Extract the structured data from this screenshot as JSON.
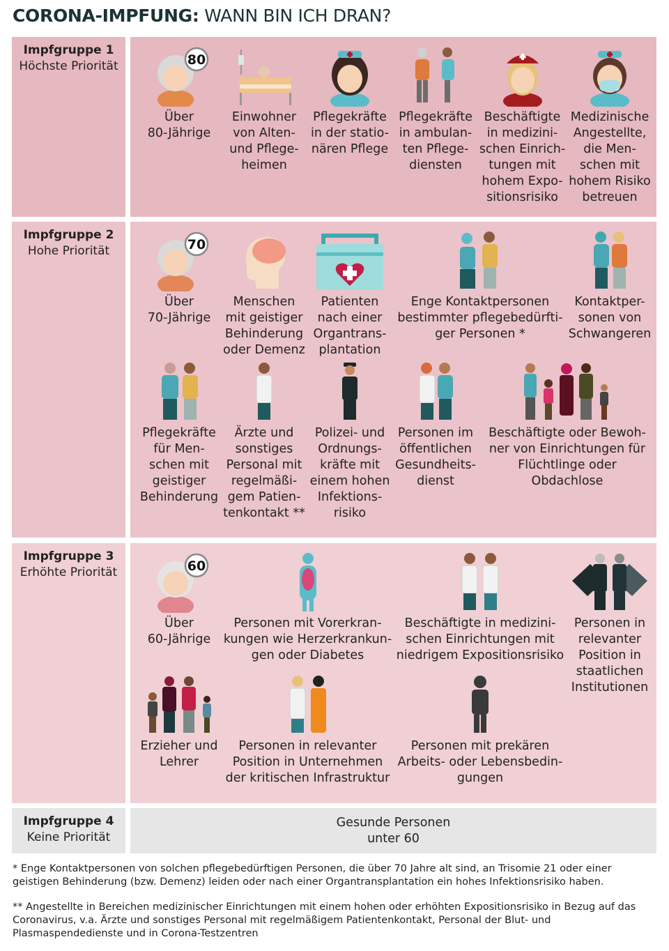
{
  "title": {
    "bold": "CORONA-IMPFUNG:",
    "rest": " WANN BIN ICH DRAN?"
  },
  "colors": {
    "group1": "#e6b8bf",
    "group2": "#ebc3ca",
    "group3": "#f0d0d5",
    "group4": "#e6e6e6",
    "title": "#1b3236"
  },
  "groups": [
    {
      "name": "Impfgruppe 1",
      "priority": "Höchste Priorität",
      "items": [
        {
          "icon": "elderly-80-icon",
          "badge": "80",
          "caption": "Über\n80-Jährige"
        },
        {
          "icon": "nursing-home-bed-icon",
          "caption": "Einwohner\nvon Alten-\nund Pflege-\nheimen"
        },
        {
          "icon": "nurse-icon",
          "caption": "Pflegekräfte\nin der statio-\nnären Pflege"
        },
        {
          "icon": "ambulant-caregiver-icon",
          "caption": "Pflegekräfte\nin ambulan-\nten Pflege-\ndiensten"
        },
        {
          "icon": "medical-worker-icon",
          "caption": "Beschäftigte\nin medizini-\nschen Einrich-\ntungen mit\nhohem Expo-\nsitionsrisiko"
        },
        {
          "icon": "masked-nurse-icon",
          "caption": "Medizinische\nAngestellte,\ndie Men-\nschen mit\nhohem Risiko\nbetreuen"
        }
      ]
    },
    {
      "name": "Impfgruppe 2",
      "priority": "Hohe Priorität",
      "items": [
        {
          "icon": "elderly-70-icon",
          "badge": "70",
          "caption": "Über\n70-Jährige"
        },
        {
          "icon": "brain-head-icon",
          "caption": "Menschen\nmit geistiger\nBehinderung\noder Demenz"
        },
        {
          "icon": "organ-transport-box-icon",
          "caption": "Patienten\nnach einer\nOrgantrans-\nplantation"
        },
        {
          "icon": "close-contacts-icon",
          "caption": "Enge Kontaktpersonen\nbestimmter pflegebedürfti-\nger Personen *"
        },
        {
          "icon": "pregnant-contacts-icon",
          "caption": "Kontaktper-\nsonen von\nSchwangeren"
        },
        {
          "icon": "disability-caregivers-icon",
          "caption": "Pflegekräfte\nfür Men-\nschen mit\ngeistiger\nBehinderung"
        },
        {
          "icon": "doctor-icon",
          "caption": "Ärzte und\nsonstiges\nPersonal mit\nregelmäßi-\ngem Patien-\ntenkontakt **"
        },
        {
          "icon": "police-officer-icon",
          "caption": "Polizei- und\nOrdnungs-\nkräfte mit\neinem hohen\nInfektions-\nrisiko"
        },
        {
          "icon": "public-health-workers-icon",
          "caption": "Personen im\nöffentlichen\nGesundheits-\ndienst"
        },
        {
          "icon": "refugee-family-icon",
          "caption": "Beschäftigte oder Bewoh-\nner von Einrichtungen für\nFlüchtlinge oder\nObdachlose"
        }
      ]
    },
    {
      "name": "Impfgruppe 3",
      "priority": "Erhöhte Priorität",
      "items": [
        {
          "icon": "elderly-60-icon",
          "badge": "60",
          "caption": "Über\n60-Jährige"
        },
        {
          "icon": "body-organs-icon",
          "caption": "Personen mit Vorerkran-\nkungen wie Herzerkrankun-\ngen oder Diabetes"
        },
        {
          "icon": "two-doctors-icon",
          "caption": "Beschäftigte in medizini-\nschen Einrichtungen mit\nniedrigem Expositionsrisiko"
        },
        {
          "icon": "politicians-flags-icon",
          "caption": "Personen in\nrelevanter\nPosition in\nstaatlichen\nInstitutionen"
        },
        {
          "icon": "teachers-children-icon",
          "caption": "Erzieher und\nLehrer"
        },
        {
          "icon": "infrastructure-workers-icon",
          "caption": "Personen in relevanter\nPosition in Unternehmen\nder kritischen Infrastruktur"
        },
        {
          "icon": "person-silhouette-icon",
          "caption": "Personen mit prekären\nArbeits- oder Lebensbedin-\ngungen"
        }
      ]
    },
    {
      "name": "Impfgruppe 4",
      "priority": "Keine Priorität",
      "text": "Gesunde Personen\nunter 60"
    }
  ],
  "footnotes": [
    "* Enge Kontaktpersonen von solchen pflegebedürftigen Personen, die über 70 Jahre alt sind, an Trisomie 21 oder einer geistigen Behinderung (bzw. Demenz) leiden oder nach einer Organtransplantation ein hohes Infektionsrisiko haben.",
    "** Angestellte in Bereichen medizinischer Einrichtungen mit einem hohen oder erhöhten Expositionsrisiko in Bezug auf das Coronavirus, v.a. Ärzte und sonstiges Personal mit regelmäßigem Patientenkontakt, Personal der Blut- und Plasmaspendedienste und in Corona-Testzentren"
  ]
}
